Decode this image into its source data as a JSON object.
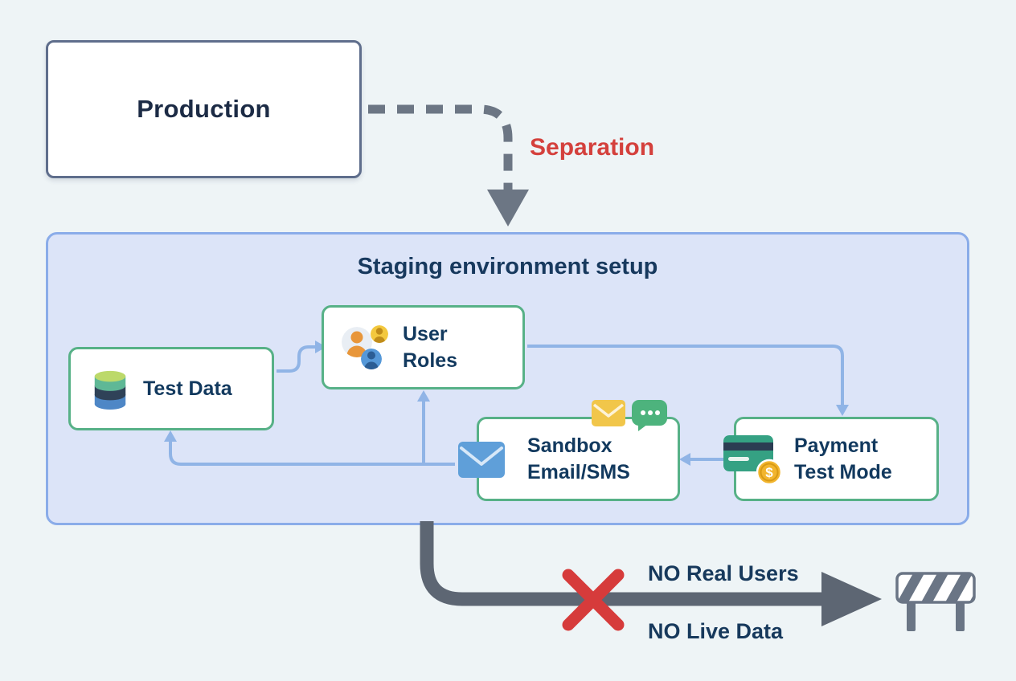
{
  "diagram": {
    "production": {
      "label": "Production"
    },
    "separation_label": "Separation",
    "staging": {
      "title": "Staging environment setup",
      "nodes": {
        "test_data": {
          "label": "Test Data",
          "icon": "database-icon"
        },
        "user_roles": {
          "label": "User Roles",
          "icon": "user-roles-icon"
        },
        "sandbox": {
          "label": "Sandbox Email/SMS",
          "icon": "envelope-icon"
        },
        "payment": {
          "label": "Payment Test Mode",
          "icon": "credit-card-icon"
        }
      }
    },
    "restrictions": {
      "no_real_users": "NO Real Users",
      "no_live_data": "NO Live Data"
    },
    "icons_text": {
      "dollar": "$"
    },
    "colors": {
      "background": "#eef4f6",
      "production_border": "#5f6e8c",
      "staging_fill": "#dce4f8",
      "staging_border": "#8aace9",
      "node_border": "#57b187",
      "text_dark": "#14395e",
      "separation_red": "#d4403c",
      "arrow_blue": "#90b4e6",
      "arrow_gray": "#5d6673",
      "x_red": "#d63b3b"
    }
  }
}
